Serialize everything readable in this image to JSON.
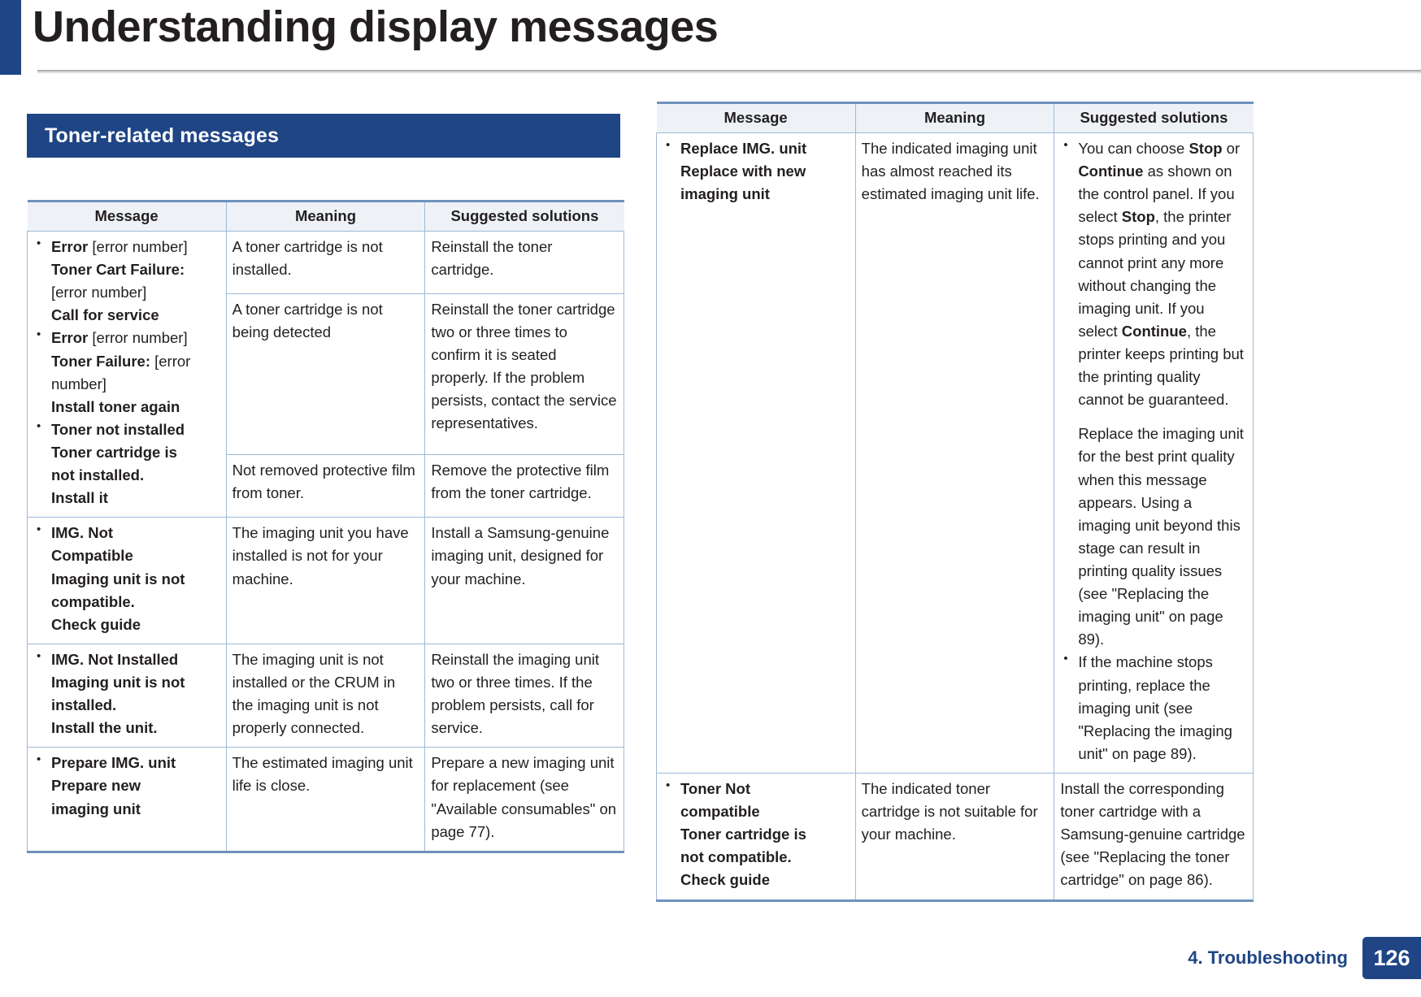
{
  "page": {
    "title": "Understanding display messages",
    "footer_section": "4. Troubleshooting",
    "footer_page_number": "126",
    "accent_color": "#1f4585",
    "table_rule_color": "#6e91bd",
    "table_header_bg": "#eef2f7"
  },
  "section": {
    "banner_label": "Toner-related messages"
  },
  "table_headers": {
    "message": "Message",
    "meaning": "Meaning",
    "solutions": "Suggested solutions"
  },
  "left_table": {
    "rows": [
      {
        "message_lines": [
          {
            "text": "Error ",
            "bold": true,
            "bullet": true,
            "tail": "[error number]"
          },
          {
            "text": "Toner Cart Failure: ",
            "bold": true,
            "bullet": false,
            "tail": ""
          },
          {
            "text": "",
            "bold": false,
            "bullet": false,
            "tail": "[error number]"
          },
          {
            "text": "Call for service",
            "bold": true,
            "bullet": false,
            "tail": ""
          },
          {
            "text": "Error ",
            "bold": true,
            "bullet": true,
            "tail": "[error number]"
          },
          {
            "text": "Toner Failure: ",
            "bold": true,
            "bullet": false,
            "tail": "[error"
          },
          {
            "text": "",
            "bold": false,
            "bullet": false,
            "tail": "number]"
          },
          {
            "text": "Install toner again",
            "bold": true,
            "bullet": false,
            "tail": ""
          },
          {
            "text": "Toner not installed",
            "bold": true,
            "bullet": true,
            "tail": ""
          },
          {
            "text": "Toner cartridge is",
            "bold": true,
            "bullet": false,
            "tail": ""
          },
          {
            "text": "not installed.",
            "bold": true,
            "bullet": false,
            "tail": ""
          },
          {
            "text": "Install it",
            "bold": true,
            "bullet": false,
            "tail": ""
          }
        ],
        "subrows": [
          {
            "meaning": "A toner cartridge is not installed.",
            "solution": "Reinstall the toner cartridge."
          },
          {
            "meaning": "A toner cartridge is not being detected",
            "solution": "Reinstall the toner cartridge two or three times to confirm it is seated properly. If the problem persists, contact the service representatives."
          },
          {
            "meaning": "Not removed protective film from toner.",
            "solution": "Remove the protective film from the toner cartridge."
          }
        ]
      },
      {
        "message_lines": [
          {
            "text": "IMG. Not",
            "bold": true,
            "bullet": true,
            "tail": ""
          },
          {
            "text": "Compatible",
            "bold": true,
            "bullet": false,
            "tail": ""
          },
          {
            "text": "Imaging unit is not",
            "bold": true,
            "bullet": false,
            "tail": ""
          },
          {
            "text": "compatible.",
            "bold": true,
            "bullet": false,
            "tail": ""
          },
          {
            "text": "Check guide",
            "bold": true,
            "bullet": false,
            "tail": ""
          }
        ],
        "subrows": [
          {
            "meaning": "The imaging unit you have installed is not for your machine.",
            "solution": "Install a Samsung-genuine imaging unit, designed for your machine."
          }
        ]
      },
      {
        "message_lines": [
          {
            "text": "IMG. Not Installed",
            "bold": true,
            "bullet": true,
            "tail": ""
          },
          {
            "text": "Imaging unit is not",
            "bold": true,
            "bullet": false,
            "tail": ""
          },
          {
            "text": "installed.",
            "bold": true,
            "bullet": false,
            "tail": ""
          },
          {
            "text": "Install the unit.",
            "bold": true,
            "bullet": false,
            "tail": ""
          }
        ],
        "subrows": [
          {
            "meaning": "The imaging unit is not installed or the CRUM in the imaging unit is not properly connected.",
            "solution": "Reinstall the imaging unit two or three times. If the problem persists, call for service."
          }
        ]
      },
      {
        "message_lines": [
          {
            "text": "Prepare IMG. unit",
            "bold": true,
            "bullet": true,
            "tail": ""
          },
          {
            "text": "Prepare new",
            "bold": true,
            "bullet": false,
            "tail": ""
          },
          {
            "text": "imaging unit",
            "bold": true,
            "bullet": false,
            "tail": ""
          }
        ],
        "subrows": [
          {
            "meaning": " The estimated imaging unit life is close.",
            "solution": "Prepare a new imaging unit for replacement (see \"Available consumables\" on page 77)."
          }
        ]
      }
    ]
  },
  "right_table": {
    "rows": [
      {
        "message_lines": [
          {
            "text": "Replace IMG. unit",
            "bold": true,
            "bullet": true,
            "tail": ""
          },
          {
            "text": "Replace with new",
            "bold": true,
            "bullet": false,
            "tail": ""
          },
          {
            "text": "imaging unit",
            "bold": true,
            "bullet": false,
            "tail": ""
          }
        ],
        "meaning": "The indicated imaging unit has almost reached its estimated imaging unit life.",
        "solution_bullets": [
          {
            "paragraphs": [
              "You can choose Stop or Continue as shown on the control panel. If you select Stop, the printer stops printing and you cannot print any more without changing the imaging unit. If you select Continue, the printer keeps printing but the printing quality cannot be guaranteed.",
              "Replace the imaging unit for the best print quality when this message appears. Using a imaging unit beyond this stage can result in printing quality issues (see \"Replacing the imaging unit\" on page 89)."
            ]
          },
          {
            "paragraphs": [
              "If the machine stops printing, replace the imaging unit (see \"Replacing the imaging unit\" on page 89)."
            ]
          }
        ]
      },
      {
        "message_lines": [
          {
            "text": "Toner Not",
            "bold": true,
            "bullet": true,
            "tail": ""
          },
          {
            "text": "compatible",
            "bold": true,
            "bullet": false,
            "tail": ""
          },
          {
            "text": "Toner cartridge is",
            "bold": true,
            "bullet": false,
            "tail": ""
          },
          {
            "text": "not compatible.",
            "bold": true,
            "bullet": false,
            "tail": ""
          },
          {
            "text": "Check guide",
            "bold": true,
            "bullet": false,
            "tail": ""
          }
        ],
        "meaning": "The indicated toner cartridge is not suitable for your machine.",
        "solution_plain": "Install the corresponding toner cartridge with a Samsung-genuine cartridge (see \"Replacing the toner cartridge\" on page 86)."
      }
    ]
  }
}
